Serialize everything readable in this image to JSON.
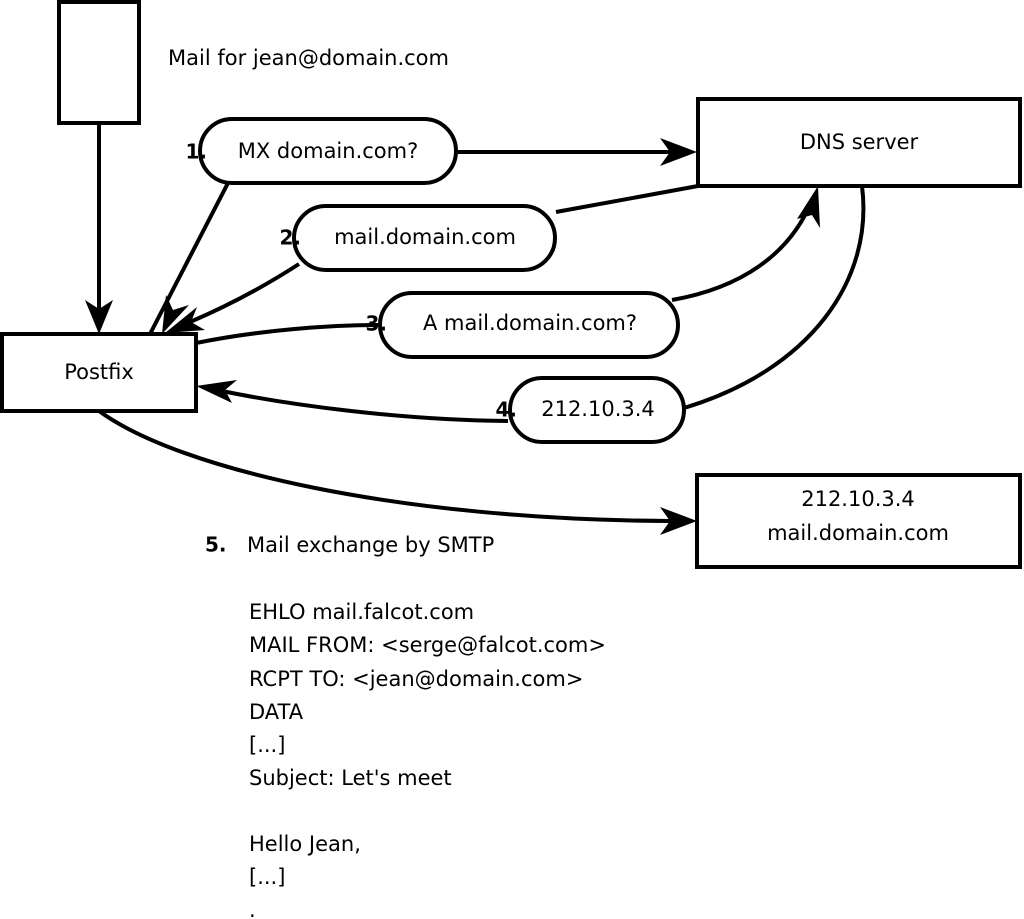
{
  "diagram": {
    "title": "Mail for jean@domain.com",
    "nodes": [
      {
        "id": "sender",
        "label": "",
        "kind": "empty-box"
      },
      {
        "id": "postfix",
        "label": "Postfix",
        "kind": "box"
      },
      {
        "id": "dns",
        "label": "DNS server",
        "kind": "box"
      },
      {
        "id": "target",
        "label_line1": "212.10.3.4",
        "label_line2": "mail.domain.com",
        "kind": "box"
      }
    ],
    "steps": [
      {
        "num": "1.",
        "label": "MX domain.com?"
      },
      {
        "num": "2.",
        "label": "mail.domain.com"
      },
      {
        "num": "3.",
        "label": "A mail.domain.com?"
      },
      {
        "num": "4.",
        "label": "212.10.3.4"
      }
    ],
    "caption": {
      "num": "5.",
      "label": "Mail exchange by SMTP"
    },
    "transcript": [
      "EHLO mail.falcot.com",
      "MAIL FROM: <serge@falcot.com>",
      "RCPT TO: <jean@domain.com>",
      "DATA",
      "[...]",
      "Subject: Let's meet",
      "",
      "Hello Jean,",
      "[...]",
      "",
      "."
    ]
  },
  "colors": {
    "stroke": "#000000",
    "fill": "#ffffff",
    "text": "#000000"
  }
}
